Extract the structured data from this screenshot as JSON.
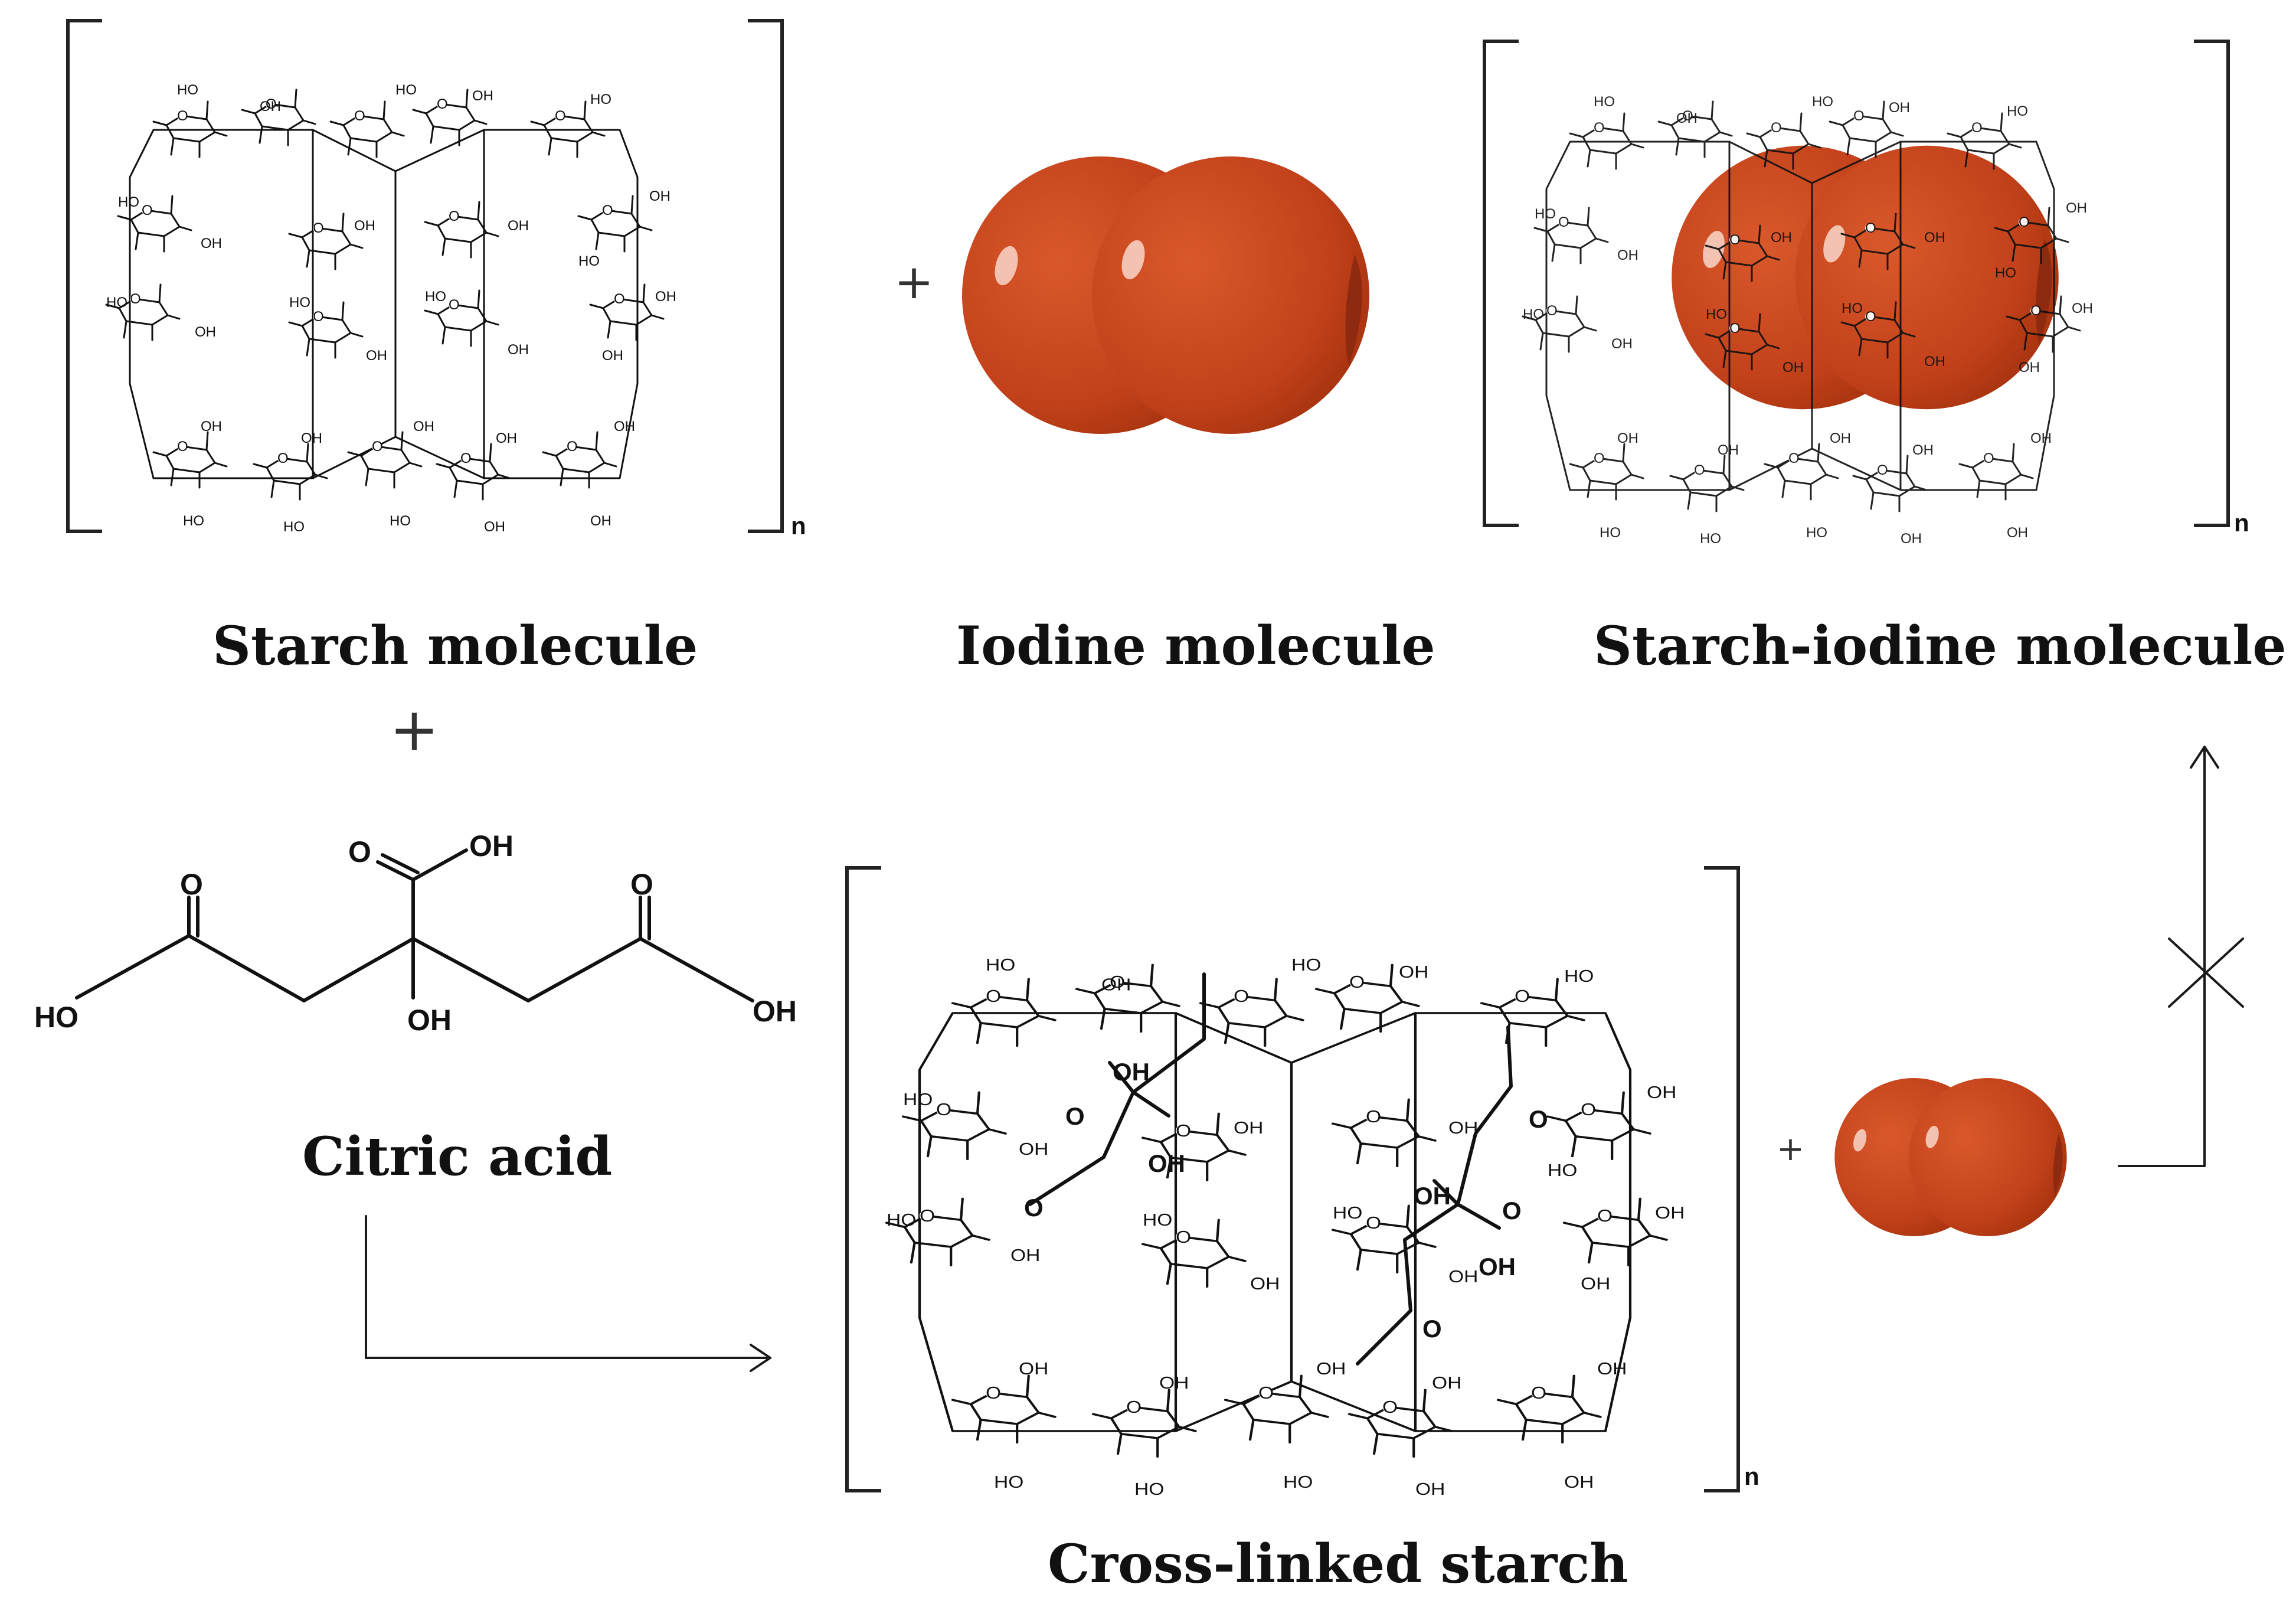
{
  "labels": {
    "starch": "Starch molecule",
    "iodine": "Iodine molecule",
    "starch_iodine": "Starch-iodine molecule",
    "citric": "Citric acid",
    "crosslinked": "Cross-linked starch"
  },
  "symbols": {
    "plus": "+",
    "repeat": "n"
  },
  "atoms": {
    "oh": "OH",
    "ho": "HO",
    "o": "O"
  },
  "colors": {
    "iodine": "#c8451e",
    "iodine_dark": "#8e2a10",
    "highlight": "#f3c2b0",
    "ink": "#111111"
  }
}
